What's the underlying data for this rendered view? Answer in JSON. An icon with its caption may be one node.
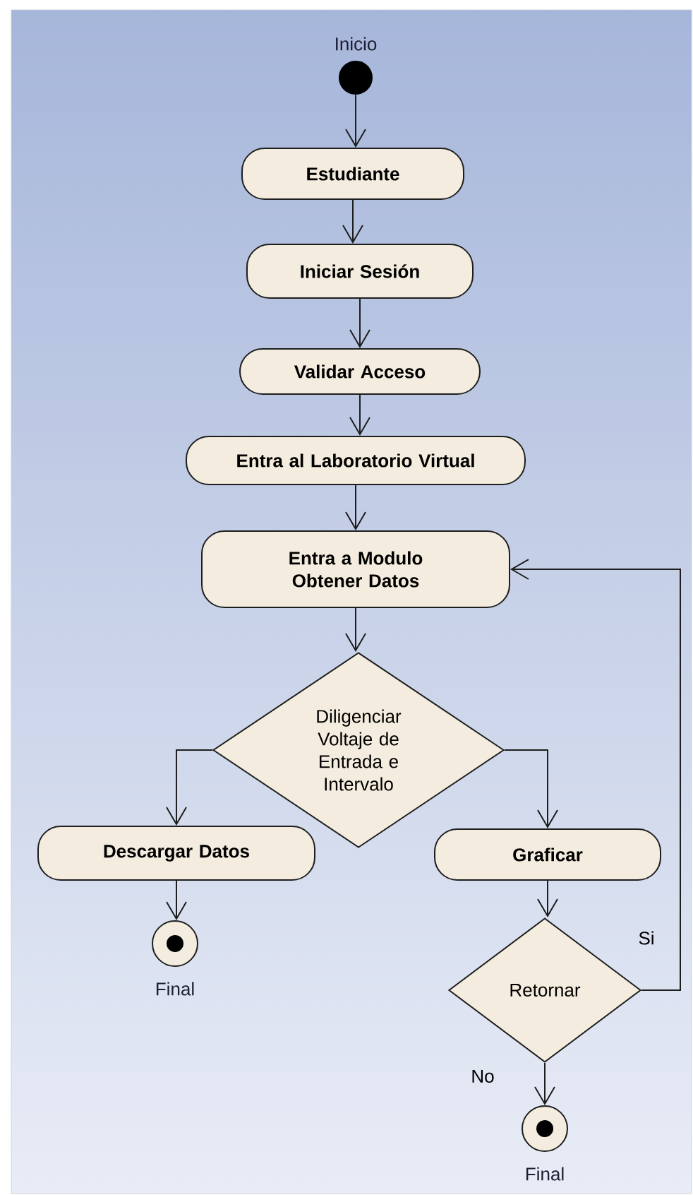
{
  "diagram": {
    "nodes": [
      {
        "text": [],
        "shape": "circle",
        "beside": [
          "Inicio"
        ]
      },
      {
        "text": [
          "Estudiante"
        ]
      },
      {
        "text": [
          "Iniciar Sesión"
        ]
      },
      {
        "text": [
          "Validar Acceso"
        ]
      },
      {
        "text": [
          "Entra al Laboratorio Virtual"
        ]
      },
      {
        "text": [
          "Entra a Modulo Obtener Datos"
        ]
      },
      {
        "text": [
          "Diligenciar Voltaje de Entrada e Intervalo"
        ]
      },
      {
        "text": [
          "Descargar Datos"
        ]
      },
      {
        "text": [
          "Graficar"
        ]
      },
      {
        "text": [],
        "shape": "circle",
        "beside": [
          "Final"
        ]
      },
      {
        "text": [
          "Retornar"
        ]
      },
      {
        "text": [],
        "shape": "circle",
        "beside": [
          "Final"
        ]
      }
    ],
    "edges": [
      {
        "from": 0,
        "to": 1,
        "arrow": "to"
      },
      {
        "from": 1,
        "to": 2,
        "arrow": "to"
      },
      {
        "from": 2,
        "to": 3,
        "arrow": "to"
      },
      {
        "from": 3,
        "to": 4,
        "arrow": "to"
      },
      {
        "from": 4,
        "to": 5,
        "arrow": "to"
      },
      {
        "from": 5,
        "to": 6,
        "arrow": "to"
      },
      {
        "from": 6,
        "to": 7,
        "arrow": "to"
      },
      {
        "from": 6,
        "to": 8,
        "arrow": "to"
      },
      {
        "from": 7,
        "to": 9,
        "arrow": "to"
      },
      {
        "from": 8,
        "to": 10,
        "arrow": "to"
      },
      {
        "from": 10,
        "to": 5,
        "arrow": "to",
        "label": "Si"
      },
      {
        "from": 10,
        "to": 11,
        "arrow": "to",
        "label": "No"
      }
    ]
  }
}
